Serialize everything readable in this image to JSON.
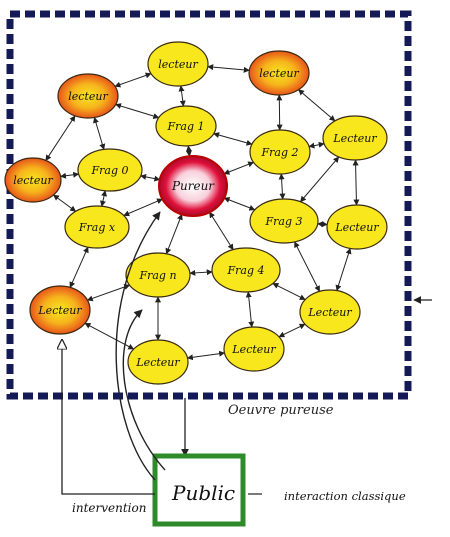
{
  "center": {
    "label": "Pureur"
  },
  "nodes": [
    {
      "id": "lt1",
      "label": "lecteur",
      "kind": "orange"
    },
    {
      "id": "lt2",
      "label": "lecteur",
      "kind": "yellow"
    },
    {
      "id": "lt3",
      "label": "lecteur",
      "kind": "orange"
    },
    {
      "id": "f1",
      "label": "Frag 1",
      "kind": "yellow"
    },
    {
      "id": "lt4",
      "label": "Lecteur",
      "kind": "yellow"
    },
    {
      "id": "f0",
      "label": "Frag 0",
      "kind": "yellow"
    },
    {
      "id": "f2",
      "label": "Frag 2",
      "kind": "yellow"
    },
    {
      "id": "lt5",
      "label": "lecteur",
      "kind": "orange"
    },
    {
      "id": "fx",
      "label": "Frag x",
      "kind": "yellow"
    },
    {
      "id": "f3",
      "label": "Frag 3",
      "kind": "yellow"
    },
    {
      "id": "lt6",
      "label": "Lecteur",
      "kind": "yellow"
    },
    {
      "id": "fn",
      "label": "Frag n",
      "kind": "yellow"
    },
    {
      "id": "f4",
      "label": "Frag 4",
      "kind": "yellow"
    },
    {
      "id": "lt7",
      "label": "Lecteur",
      "kind": "orange"
    },
    {
      "id": "lt8",
      "label": "Lecteur",
      "kind": "yellow"
    },
    {
      "id": "lt9",
      "label": "Lecteur",
      "kind": "yellow"
    },
    {
      "id": "lt10",
      "label": "Lecteur",
      "kind": "yellow"
    }
  ],
  "frame_caption": "Oeuvre pureuse",
  "public_box": {
    "label": "Public"
  },
  "side_labels": {
    "intervention": "intervention",
    "interaction": "interaction classique"
  },
  "colors": {
    "yellow": "#f7e71c",
    "orange": "#f49a1c",
    "red": "#e0103a",
    "frame": "#141a55",
    "green": "#2f8a2a"
  }
}
